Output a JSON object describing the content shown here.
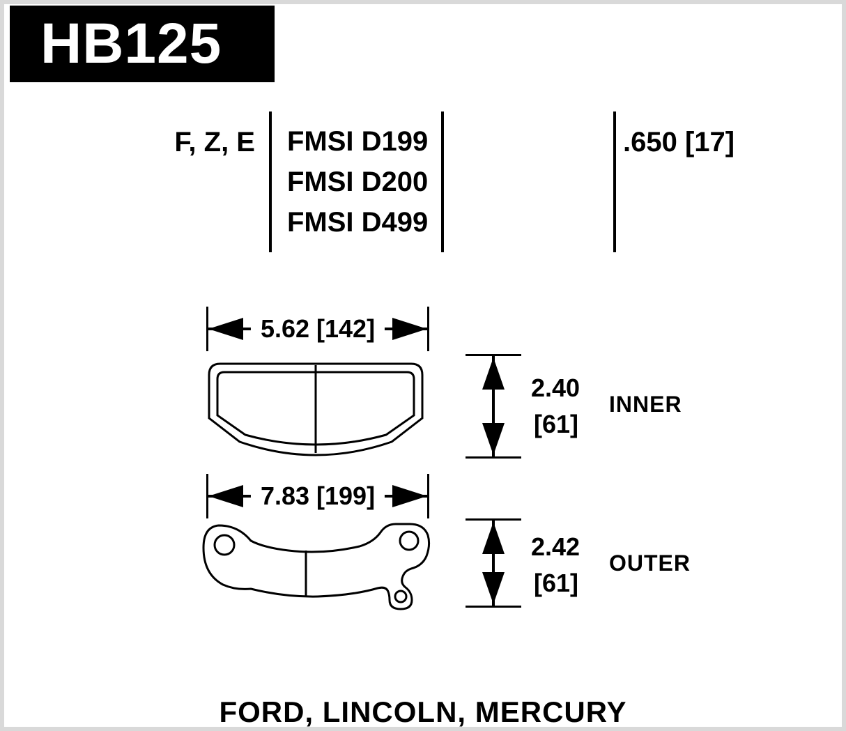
{
  "header": {
    "part_number": "HB125"
  },
  "specs": {
    "compounds": "F, Z, E",
    "fmsi": [
      "FMSI D199",
      "FMSI D200",
      "FMSI D499"
    ],
    "thickness": ".650 [17]"
  },
  "inner_pad": {
    "width": "5.62 [142]",
    "height_in": "2.40",
    "height_mm": "[61]",
    "label": "INNER"
  },
  "outer_pad": {
    "width": "7.83 [199]",
    "height_in": "2.42",
    "height_mm": "[61]",
    "label": "OUTER"
  },
  "footer": {
    "applications": "FORD, LINCOLN, MERCURY"
  },
  "colors": {
    "ink": "#000000",
    "banner_bg": "#000000",
    "paper": "#ffffff",
    "frame": "#d9d9d9"
  }
}
